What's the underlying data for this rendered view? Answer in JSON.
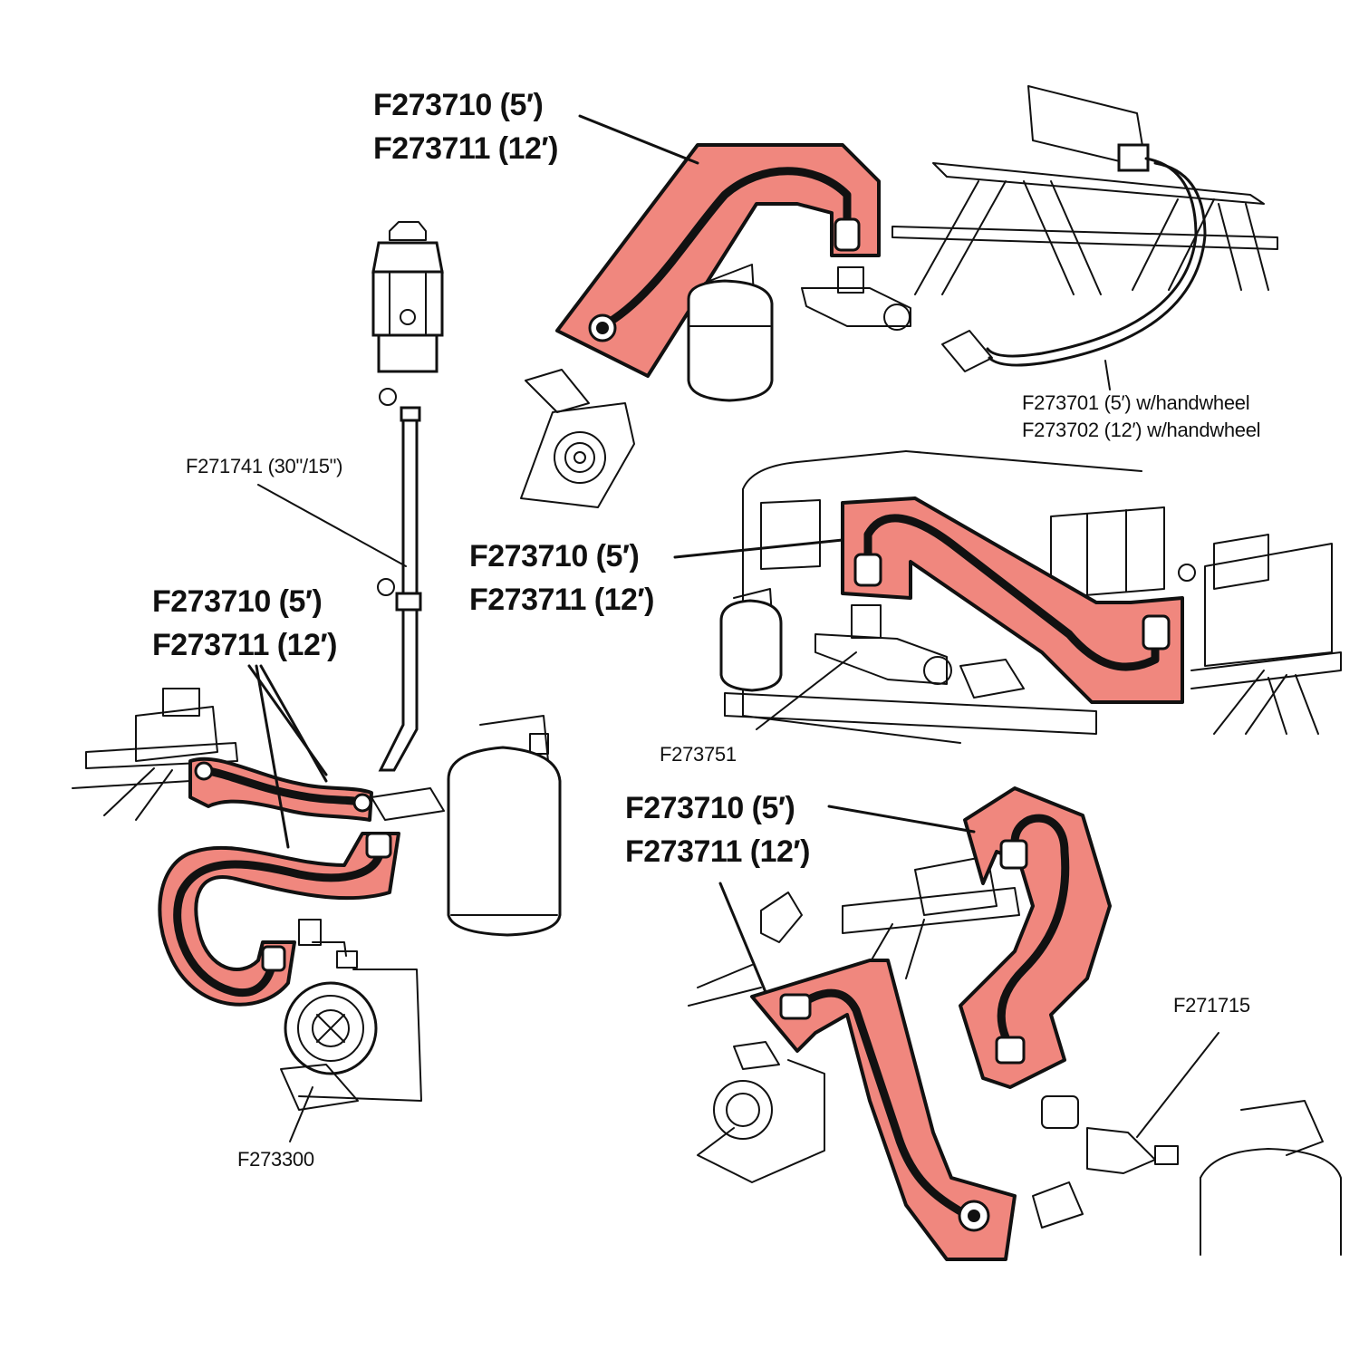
{
  "labels": {
    "hose_top_line1": "F273710 (5′)",
    "hose_top_line2": "F273711 (12′)",
    "handwheel_line1": "F273701 (5′) w/handwheel",
    "handwheel_line2": "F273702 (12′) w/handwheel",
    "post_label": "F271741 (30\"/15\")",
    "hose_mid_line1": "F273710 (5′)",
    "hose_mid_line2": "F273711 (12′)",
    "hose_left_line1": "F273710 (5′)",
    "hose_left_line2": "F273711 (12′)",
    "tee_label": "F273751",
    "hose_bottom_line1": "F273710 (5′)",
    "hose_bottom_line2": "F273711 (12′)",
    "tee2_label": "F271715",
    "heater_label": "F273300"
  },
  "colors": {
    "hose_highlight": "#f0877e",
    "outline": "#111111",
    "background": "#ffffff"
  }
}
